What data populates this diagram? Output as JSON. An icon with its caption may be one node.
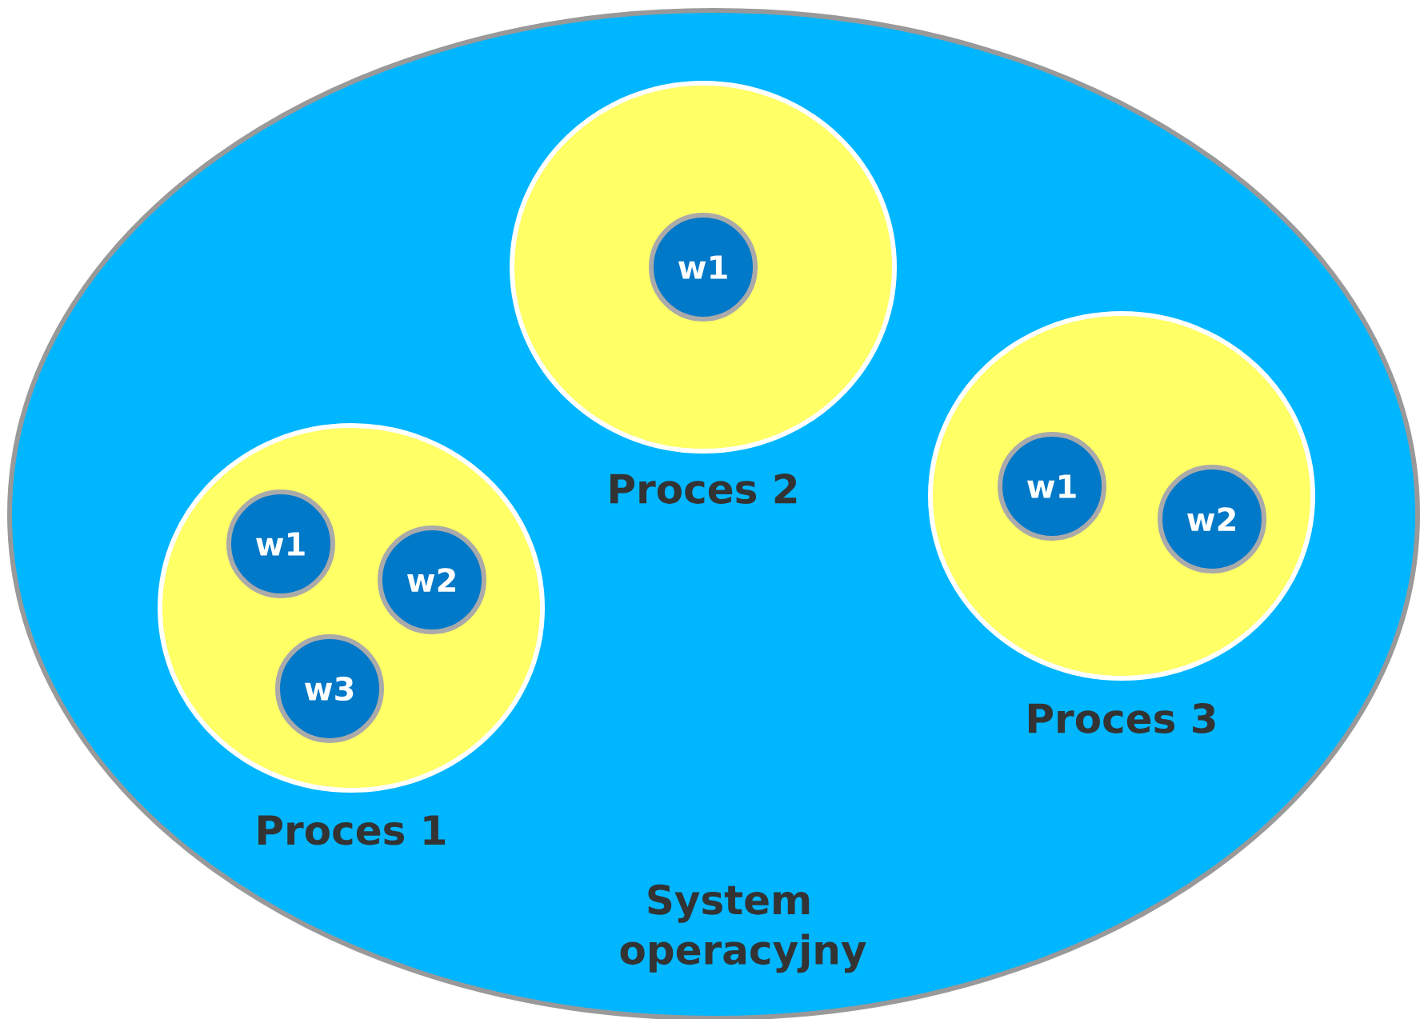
{
  "diagram": {
    "nodes": [
      {
        "text": [
          "System operacyjny"
        ]
      },
      {
        "text": [
          "Proces 1"
        ],
        "in": 0
      },
      {
        "text": [
          "w1"
        ],
        "in": 1
      },
      {
        "text": [
          "w2"
        ],
        "in": 1
      },
      {
        "text": [
          "w3"
        ],
        "in": 1
      },
      {
        "text": [
          "Proces 2"
        ],
        "in": 0
      },
      {
        "text": [
          "w1"
        ],
        "in": 5
      },
      {
        "text": [
          "Proces 3"
        ],
        "in": 0
      },
      {
        "text": [
          "w1"
        ],
        "in": 7
      },
      {
        "text": [
          "w2"
        ],
        "in": 7
      }
    ]
  }
}
